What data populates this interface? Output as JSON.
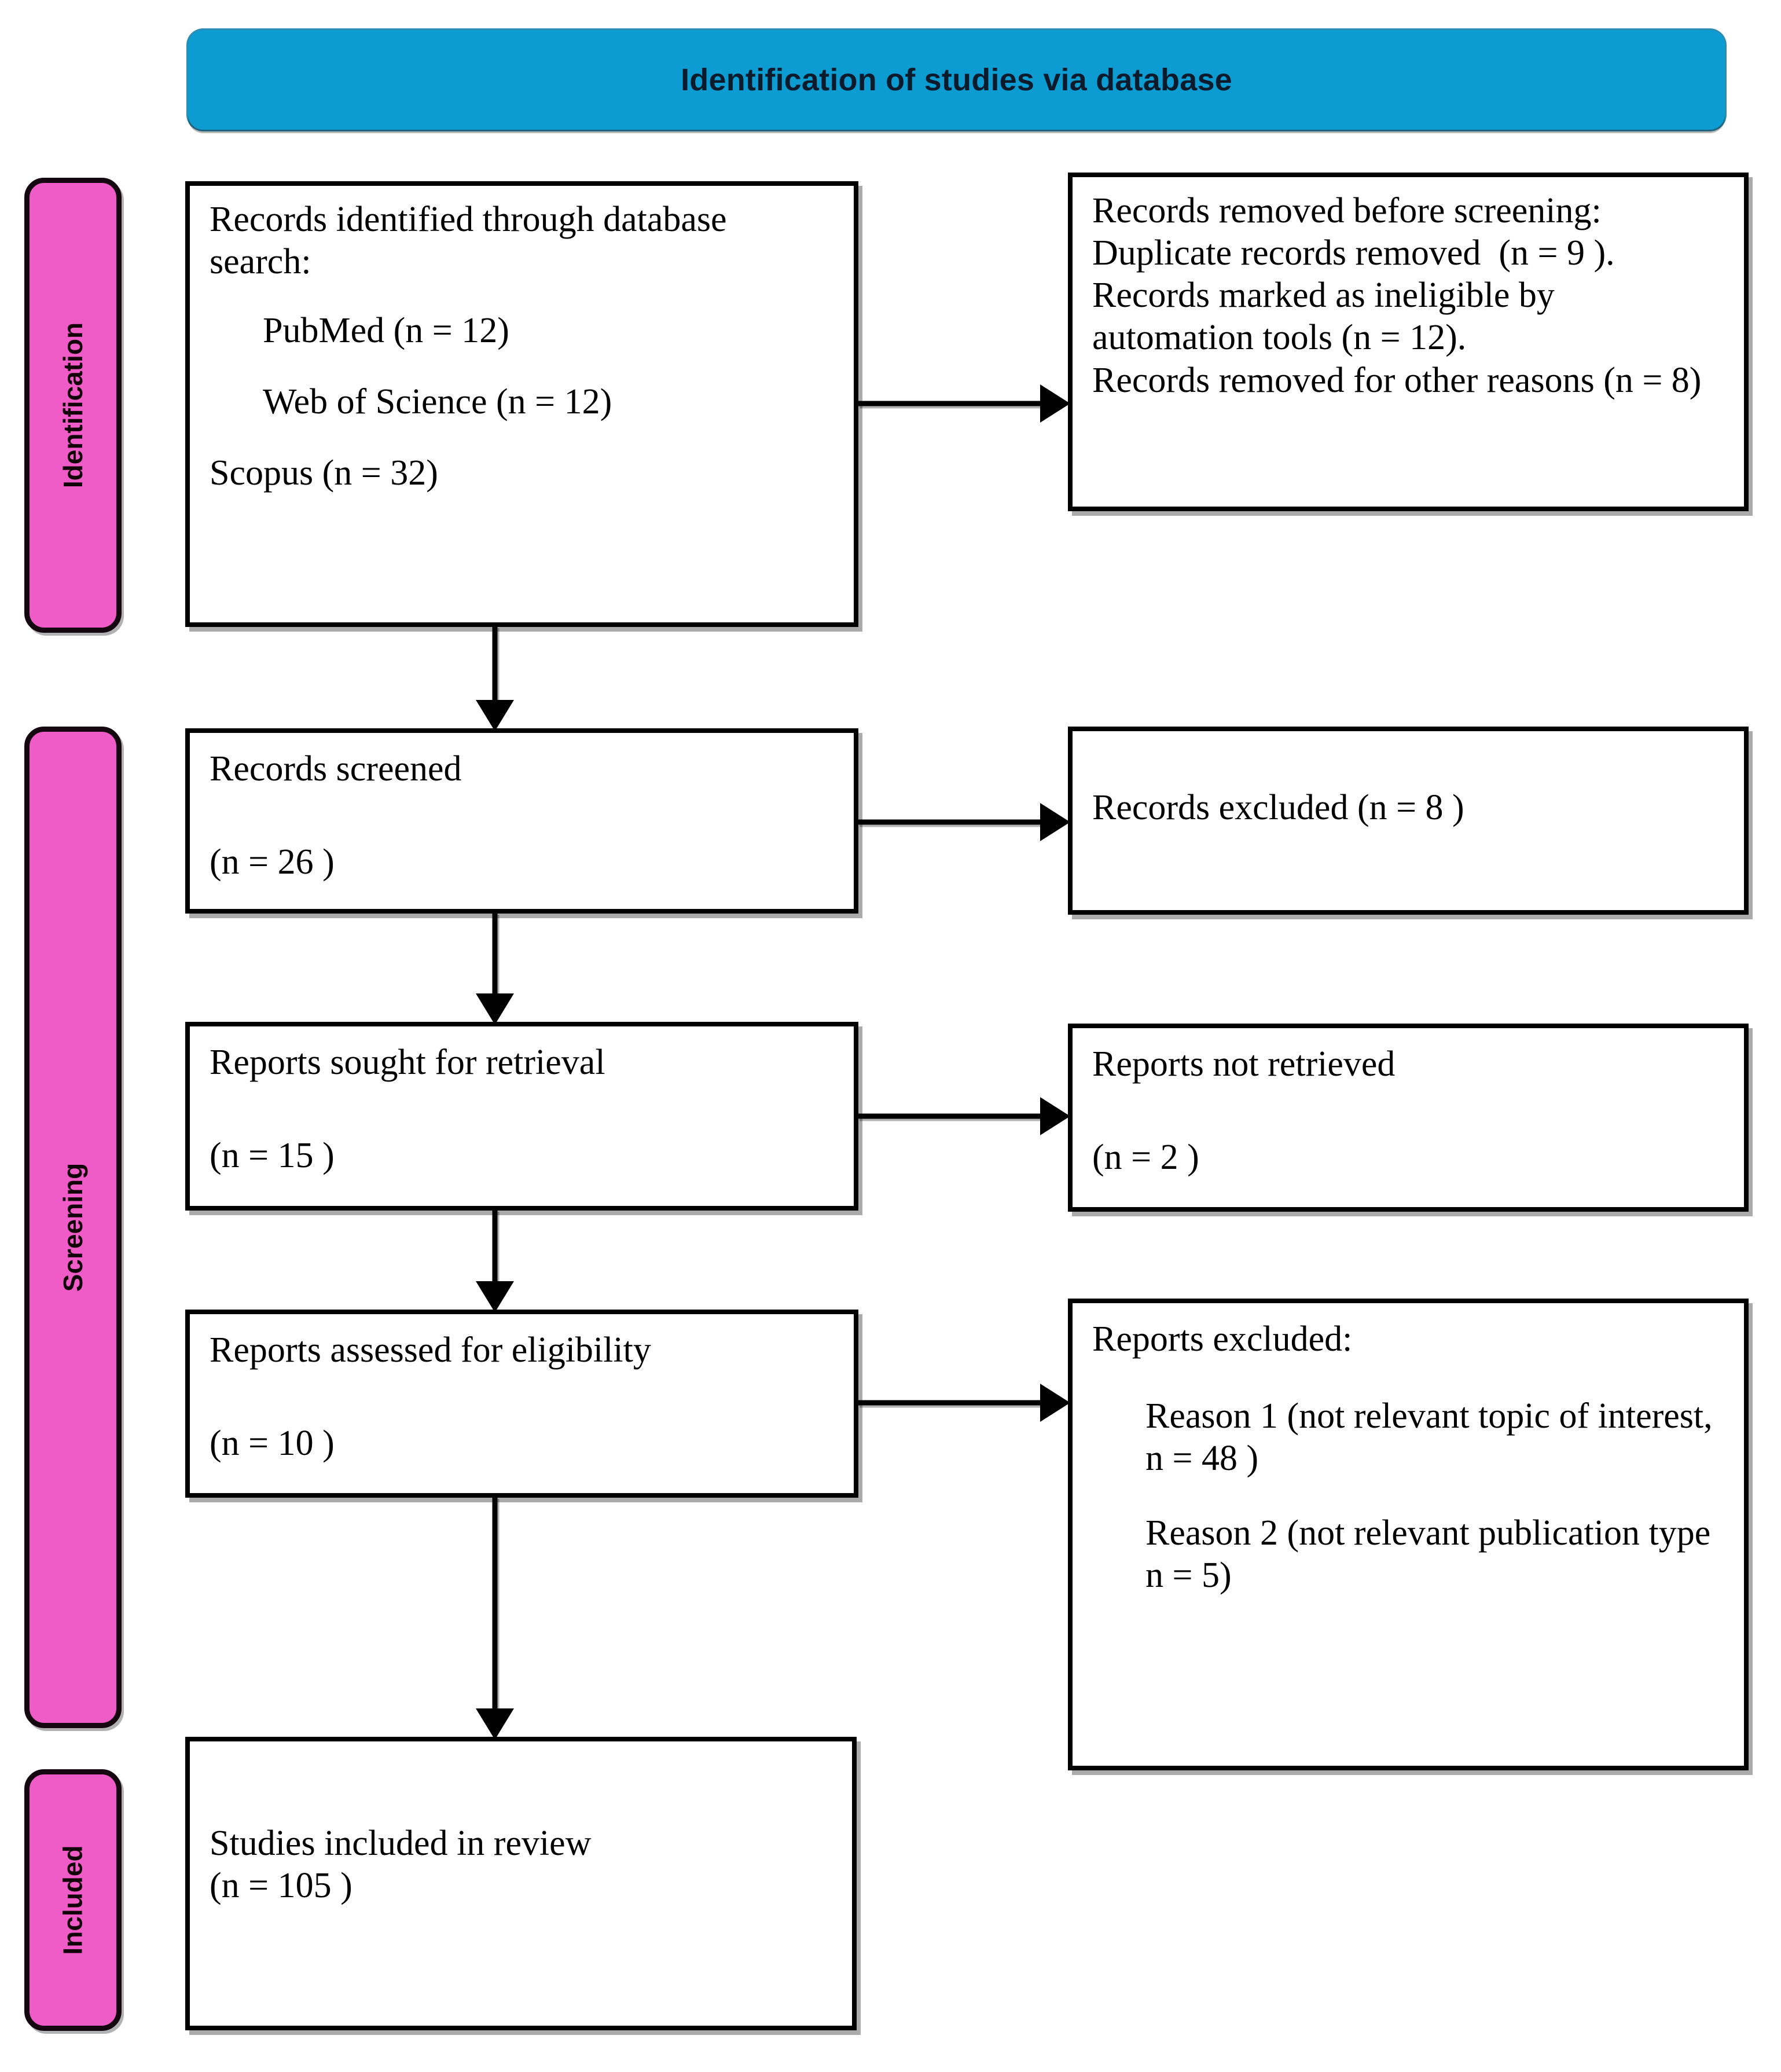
{
  "banner": {
    "title": "Identification of studies via database"
  },
  "stages": [
    {
      "key": "identification",
      "label": "Identification"
    },
    {
      "key": "screening",
      "label": "Screening"
    },
    {
      "key": "included",
      "label": "Included"
    }
  ],
  "boxes": {
    "identified": {
      "heading": "Records identified through database search:",
      "sources": [
        "PubMed (n = 12)",
        "Web of Science (n = 12)",
        "Scopus (n = 32)"
      ]
    },
    "removed": {
      "text": "Records removed before screening:\nDuplicate records removed  (n = 9 ).\nRecords marked as ineligible by automation tools (n = 12).\nRecords removed for other reasons (n = 8)"
    },
    "screened": {
      "text": "Records screened\n\n(n = 26 )"
    },
    "excluded_records": {
      "text": "Records excluded (n = 8 )"
    },
    "sought": {
      "text": "Reports sought for retrieval\n\n(n = 15 )"
    },
    "not_retrieved": {
      "text": "Reports not retrieved\n\n(n = 2 )"
    },
    "assessed": {
      "text": "Reports assessed for eligibility\n\n(n = 10 )"
    },
    "reports_excluded": {
      "heading": "Reports excluded:",
      "reasons": [
        "Reason 1 (not relevant topic of interest, n = 48 )",
        "Reason 2 (not relevant publication type n = 5)"
      ]
    },
    "included": {
      "text": "Studies included in review\n(n = 105 )"
    }
  },
  "colors": {
    "banner": "#0c9cd2",
    "stage_label": "#f05cc7",
    "box_border": "#000000",
    "text": "#000000"
  }
}
